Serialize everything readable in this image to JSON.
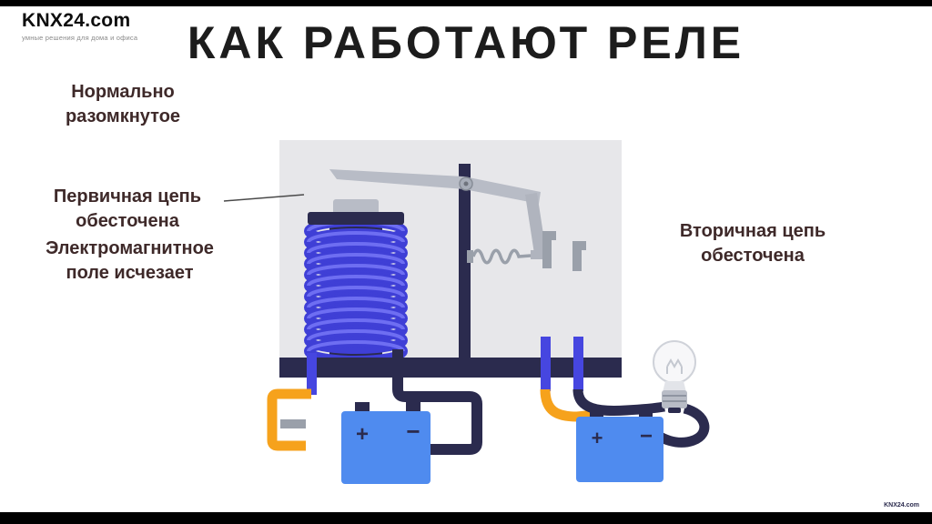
{
  "brand": {
    "name": "KNX24.com",
    "tagline": "умные решения для дома и офиса"
  },
  "title": "КАК РАБОТАЮТ РЕЛЕ",
  "labels": {
    "normally_open": {
      "lines": [
        "Нормально",
        "разомкнутое"
      ]
    },
    "primary_circuit": {
      "lines": [
        "Первичная цепь",
        "обесточена"
      ]
    },
    "electromagnetic_field": {
      "lines": [
        "Электромагнитное",
        "поле исчезает"
      ]
    },
    "secondary_circuit": {
      "lines": [
        "Вторичная цепь",
        "обесточена"
      ]
    }
  },
  "diagram": {
    "battery_left": {
      "plus": "+",
      "minus": "−"
    },
    "battery_right": {
      "plus": "+",
      "minus": "−"
    }
  },
  "watermark": "KNX24.com",
  "colors": {
    "navy": "#2b2b4e",
    "coil_blue": "#4646e0",
    "orange": "#f6a21c",
    "battery_blue": "#4f8bef",
    "panel_gray": "#e7e7ea",
    "metal_gray": "#b8bcc6",
    "label_maroon": "#3e2929"
  }
}
